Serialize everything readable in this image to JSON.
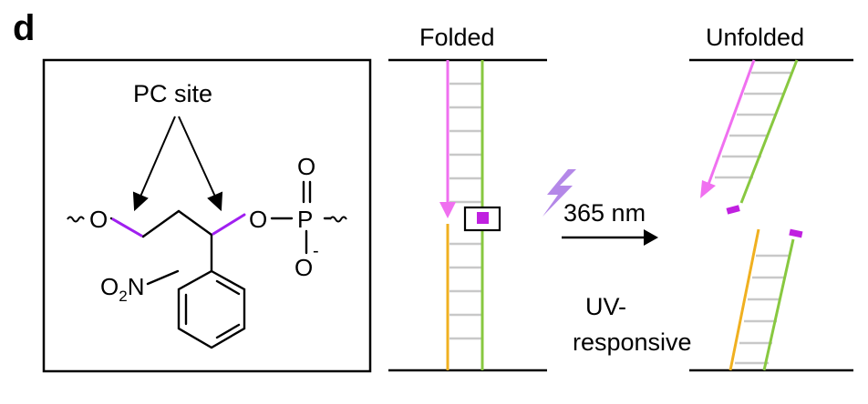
{
  "panel_label": "d",
  "structure": {
    "pc_site_label": "PC site",
    "atom_o_left": "O",
    "atom_o_right": "O",
    "atom_p": "P",
    "atom_o_top": "O",
    "atom_o_bottom": "O",
    "charge_minus": "-",
    "nitro_o": "O",
    "nitro_sub": "2",
    "nitro_n": "N"
  },
  "folded": {
    "title": "Folded"
  },
  "unfolded": {
    "title": "Unfolded"
  },
  "transition": {
    "wavelength": "365 nm",
    "uv_line1": "UV-",
    "uv_line2": "responsive"
  },
  "colors": {
    "magenta": "#E040E0",
    "purple": "#A020F0",
    "pink_strand": "#F070F0",
    "green_strand": "#88C840",
    "yellow_strand": "#F0B020",
    "rung_gray": "#C8C8C8",
    "lightning": "#B488E8"
  },
  "icons": {
    "lightning": "lightning-icon"
  }
}
